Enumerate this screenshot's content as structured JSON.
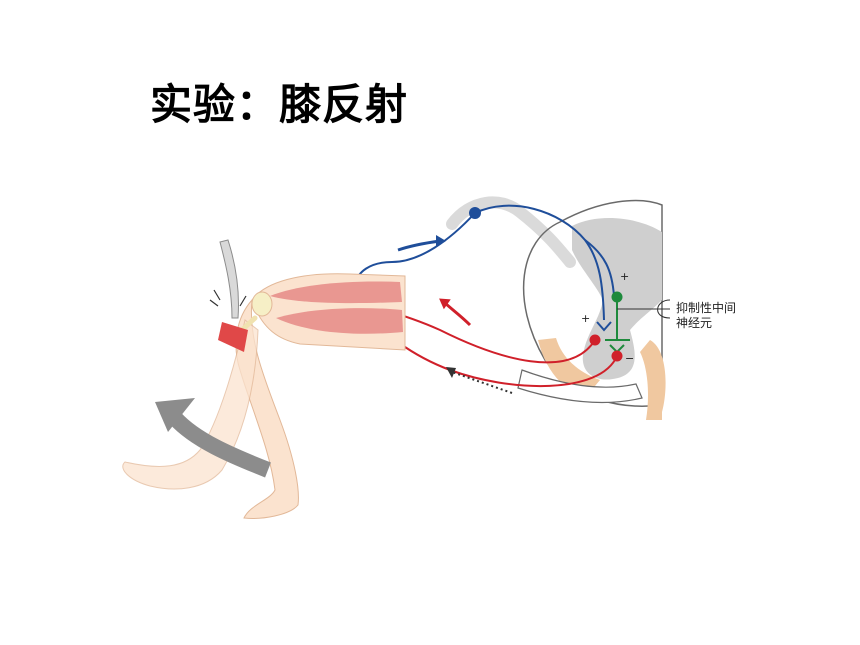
{
  "slide": {
    "title": "实验：膝反射"
  },
  "diagram": {
    "interneuron_label_line1": "抑制性中间",
    "interneuron_label_line2": "神经元",
    "sign_plus_1": "+",
    "sign_plus_2": "+",
    "sign_minus": "−"
  },
  "colors": {
    "sensory_neuron": "#1f4e9a",
    "motor_neuron": "#d0202a",
    "interneuron": "#1e8a3c",
    "gray_matter": "#cfcfcf",
    "root_ganglion": "#f0c8a0",
    "skin": "#fbe3cf",
    "muscle": "#e58a86",
    "arrow_gray": "#8c8c8c"
  },
  "icons": [
    "reflex-hammer-icon",
    "movement-arrow-icon",
    "signal-direction-arrow-icon"
  ]
}
